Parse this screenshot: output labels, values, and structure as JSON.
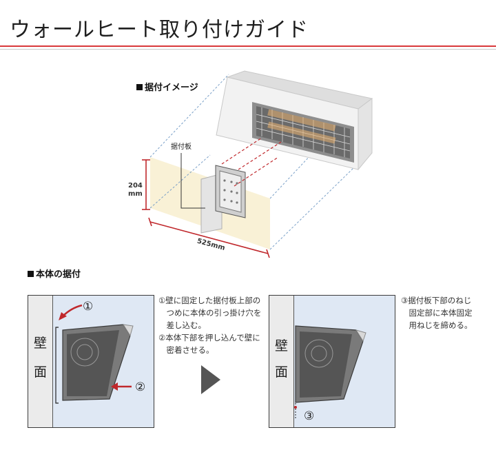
{
  "title": "ウォールヒート取り付けガイド",
  "image_section": {
    "label": "据付イメージ",
    "bracket_label": "据付板",
    "height_value": "204",
    "height_unit": "mm",
    "width_value": "525mm"
  },
  "mount_section": {
    "label": "本体の据付",
    "wall_chars": [
      "壁",
      "面"
    ],
    "markers": [
      "①",
      "②",
      "③"
    ],
    "steps_left": [
      "①壁に固定した据付板上部の",
      "　つめに本体の引っ掛け穴を",
      "　差し込む。",
      "②本体下部を押し込んで壁に",
      "　密着させる。"
    ],
    "steps_right": [
      "③据付板下部のねじ",
      "　固定部に本体固定",
      "　用ねじを締める。"
    ]
  },
  "colors": {
    "accent_red": "#d9383a",
    "wall_fill": "#f9f1d6",
    "panel_fill": "#dfe8f4",
    "dim_red": "#c0282c",
    "dash_blue": "#7aa0c8"
  }
}
